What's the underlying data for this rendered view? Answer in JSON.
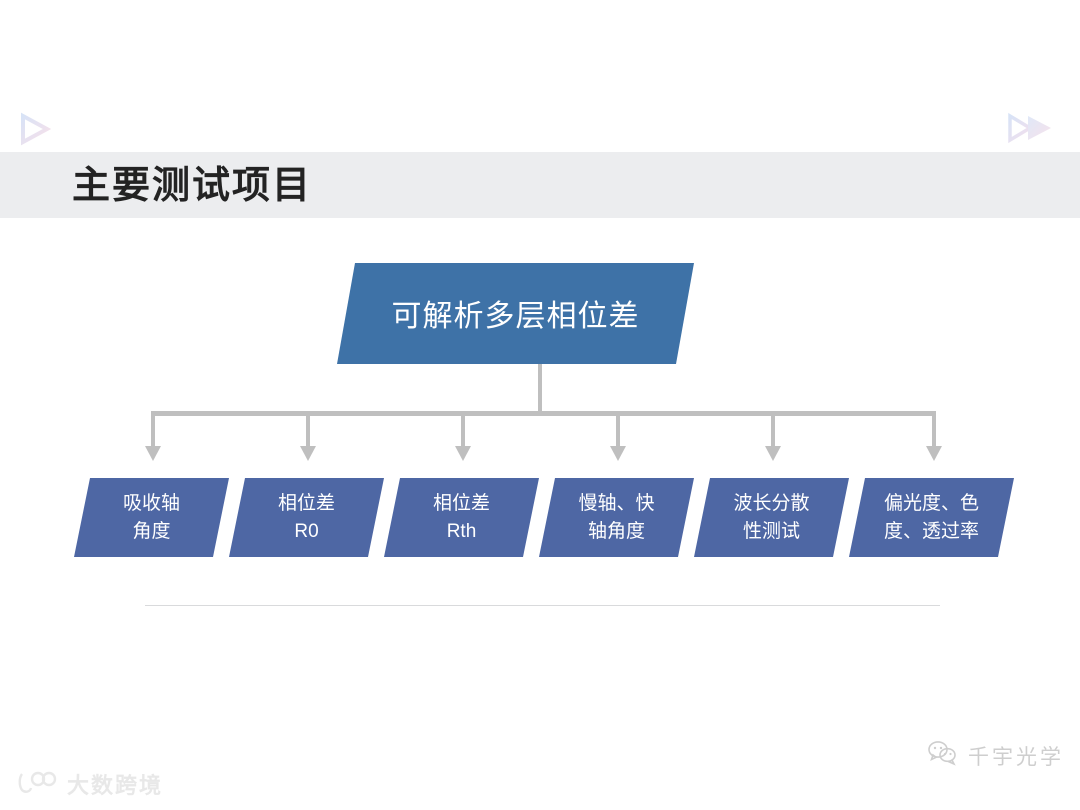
{
  "slide": {
    "title": "主要测试项目",
    "background_color": "#ffffff",
    "title_band_color": "#ecedef",
    "title_color": "#232323"
  },
  "decor": {
    "top_left_icon": "play-triangle-icon",
    "top_right_icon": "fast-forward-icon"
  },
  "diagram": {
    "type": "tree",
    "root": {
      "label": "可解析多层相位差",
      "color": "#3e72a7",
      "text_color": "#ffffff",
      "shape": "parallelogram"
    },
    "connector_color": "#bfbfbf",
    "children": [
      {
        "label": "吸收轴\n角度",
        "color": "#4e67a4",
        "text_color": "#ffffff",
        "shape": "parallelogram"
      },
      {
        "label": "相位差\nR0",
        "color": "#4e67a4",
        "text_color": "#ffffff",
        "shape": "parallelogram"
      },
      {
        "label": "相位差\nRth",
        "color": "#4e67a4",
        "text_color": "#ffffff",
        "shape": "parallelogram"
      },
      {
        "label": "慢轴、快\n轴角度",
        "color": "#4e67a4",
        "text_color": "#ffffff",
        "shape": "parallelogram"
      },
      {
        "label": "波长分散\n性测试",
        "color": "#4e67a4",
        "text_color": "#ffffff",
        "shape": "parallelogram"
      },
      {
        "label": "偏光度、色\n度、透过率",
        "color": "#4e67a4",
        "text_color": "#ffffff",
        "shape": "parallelogram"
      }
    ]
  },
  "watermarks": {
    "bottom_right": {
      "icon": "wechat-icon",
      "text": "千宇光学"
    },
    "bottom_left": {
      "icon": "brand-logo-icon",
      "text": "大数跨境"
    }
  }
}
